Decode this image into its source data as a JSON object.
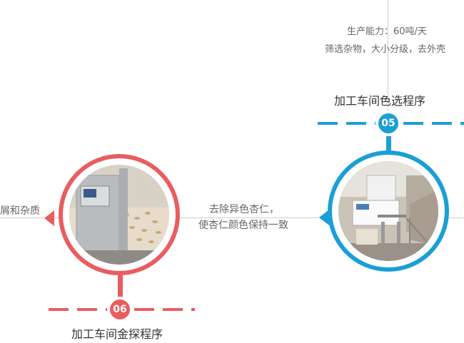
{
  "step05": {
    "number": "05",
    "title": "加工车间色选程序",
    "capacity": "生产能力：60吨/天",
    "description": "筛选杂物，大小分级，去外壳"
  },
  "step06": {
    "number": "06",
    "title": "加工车间金探程序",
    "partial_text": "屑和杂质"
  },
  "middle_text": {
    "line1": "去除异色杏仁，",
    "line2": "使杏仁颜色保持一致"
  },
  "colors": {
    "blue": "#1a9fd6",
    "red": "#e95c60"
  }
}
